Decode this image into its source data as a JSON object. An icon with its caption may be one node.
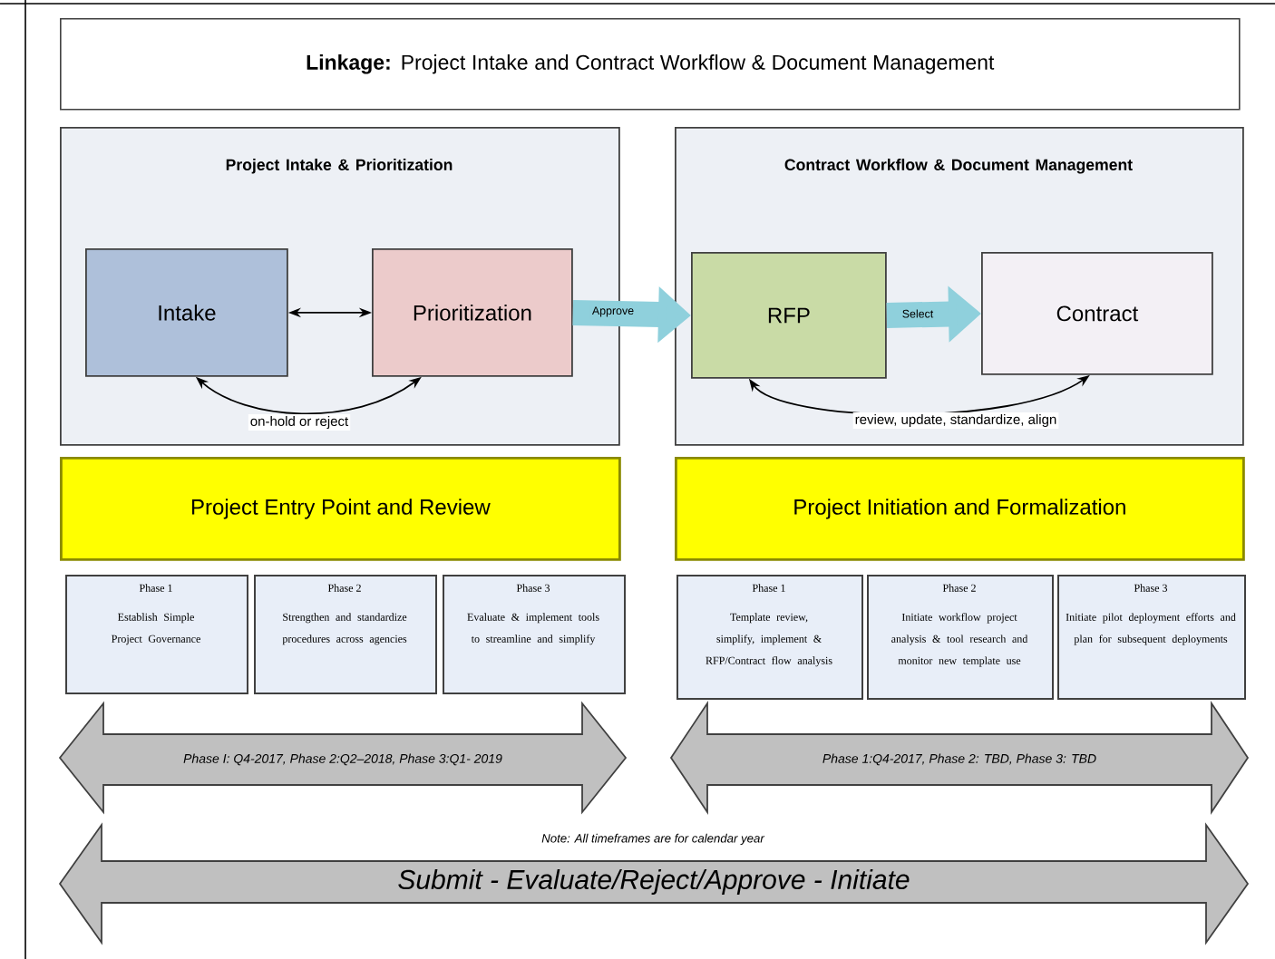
{
  "diagram": {
    "nodes": [
      {
        "text": [
          "**Linkage:** Project Intake and Contract Workflow & Document Management"
        ]
      },
      {
        "text": [
          "Project Intake & Prioritization"
        ]
      },
      {
        "text": [
          "Intake"
        ],
        "in": 1
      },
      {
        "text": [
          "Prioritization"
        ],
        "in": 1
      },
      {
        "text": [
          "Contract Workflow & Document Management"
        ]
      },
      {
        "text": [
          "RFP"
        ],
        "in": 4
      },
      {
        "text": [
          "Contract"
        ],
        "in": 4
      },
      {
        "text": [
          "Project Entry Point and Review"
        ]
      },
      {
        "text": [
          "Project Initiation and Formalization"
        ]
      },
      {
        "text": [
          "Phase 1",
          "Establish Simple Project Governance"
        ]
      },
      {
        "text": [
          "Phase 2",
          "Strengthen and standardize procedures across agencies"
        ]
      },
      {
        "text": [
          "Phase 3",
          "Evaluate & implement tools to streamline and simplify"
        ]
      },
      {
        "text": [
          "Phase 1",
          "Template review, simplify, implement & RFP/Contract flow analysis"
        ]
      },
      {
        "text": [
          "Phase 2",
          "Initiate workflow project analysis & tool research and monitor new template use"
        ]
      },
      {
        "text": [
          "Phase 3",
          "Initiate pilot deployment efforts and plan for subsequent deployments"
        ]
      },
      {
        "text": [
          "Phase I: Q4-2017, Phase 2:Q2–2018, Phase 3:Q1- 2019"
        ]
      },
      {
        "text": [
          "Phase 1:Q4-2017, Phase 2: TBD, Phase 3: TBD"
        ]
      },
      {
        "text": [
          "Submit - Evaluate/Reject/Approve - Initiate"
        ]
      }
    ],
    "edges": [
      {
        "from": 2,
        "to": 3,
        "arrow": "both"
      },
      {
        "from": 2,
        "to": 3,
        "arrow": "both",
        "label": "on-hold or reject"
      },
      {
        "from": 3,
        "to": 5,
        "arrow": "to",
        "label": "Approve",
        "style": "thick",
        "color": "#8fd0dc"
      },
      {
        "from": 5,
        "to": 6,
        "arrow": "to",
        "label": "Select",
        "style": "thick",
        "color": "#8fd0dc"
      },
      {
        "from": 5,
        "to": 6,
        "arrow": "both",
        "label": "review, update, standardize, align"
      }
    ],
    "labels": [
      "Note: All timeframes are for calendar year"
    ]
  }
}
